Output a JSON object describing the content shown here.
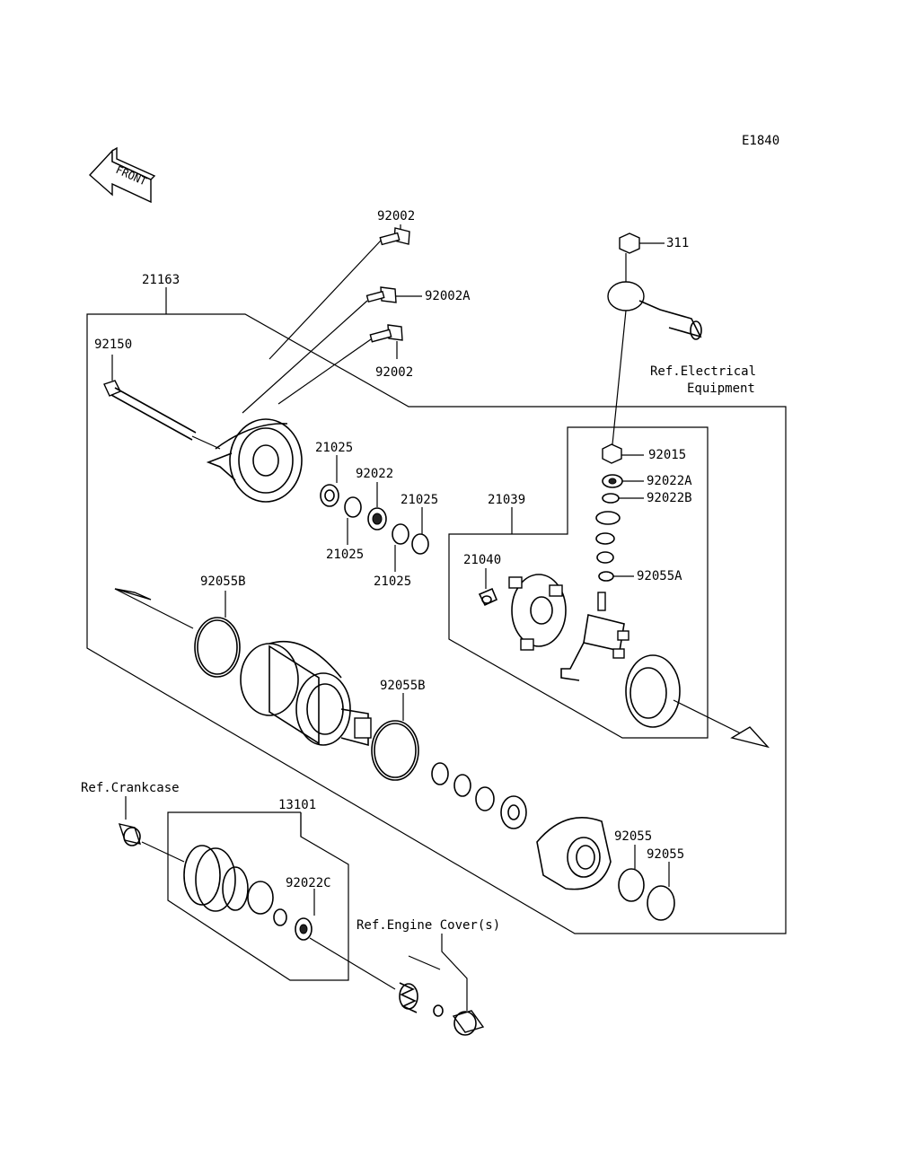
{
  "diagram_code": "E1840",
  "front_label": "FRONT",
  "parts": {
    "p92002_top": "92002",
    "p92002A": "92002A",
    "p92002_low": "92002",
    "p21163": "21163",
    "p92150": "92150",
    "p311": "311",
    "ref_electrical_1": "Ref.Electrical",
    "ref_electrical_2": "Equipment",
    "p92015": "92015",
    "p92022A": "92022A",
    "p92022B": "92022B",
    "p21039": "21039",
    "p21040": "21040",
    "p92055A": "92055A",
    "p21025_a": "21025",
    "p92022": "92022",
    "p21025_b": "21025",
    "p21025_c": "21025",
    "p21025_d": "21025",
    "p92055B_left": "92055B",
    "p92055B_right": "92055B",
    "ref_crankcase": "Ref.Crankcase",
    "p13101": "13101",
    "p92022C": "92022C",
    "ref_engine_cover": "Ref.Engine Cover(s)",
    "p92055_a": "92055",
    "p92055_b": "92055"
  }
}
